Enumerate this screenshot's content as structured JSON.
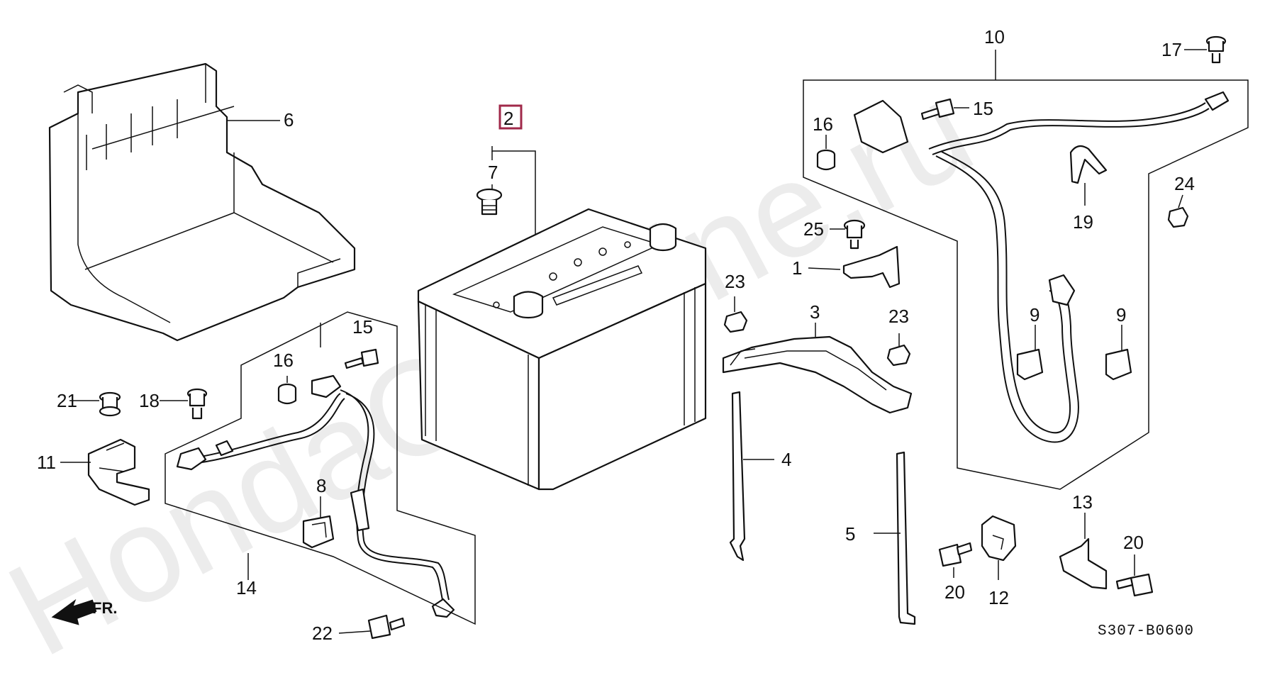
{
  "watermark": "HondaCarMine.ru",
  "diagram_code": "S307-B0600",
  "front_indicator": "FR.",
  "highlighted_part": "2",
  "parts": {
    "p1": "1",
    "p2": "2",
    "p3": "3",
    "p4": "4",
    "p5": "5",
    "p6": "6",
    "p7": "7",
    "p8": "8",
    "p9a": "9",
    "p9b": "9",
    "p10": "10",
    "p11": "11",
    "p12": "12",
    "p13": "13",
    "p14": "14",
    "p15a": "15",
    "p15b": "15",
    "p16a": "16",
    "p16b": "16",
    "p17": "17",
    "p18": "18",
    "p19": "19",
    "p20a": "20",
    "p20b": "20",
    "p21": "21",
    "p22": "22",
    "p23a": "23",
    "p23b": "23",
    "p24": "24",
    "p25": "25"
  },
  "colors": {
    "highlight": "#a0294a",
    "ink": "#111111",
    "watermark": "#ececec"
  }
}
